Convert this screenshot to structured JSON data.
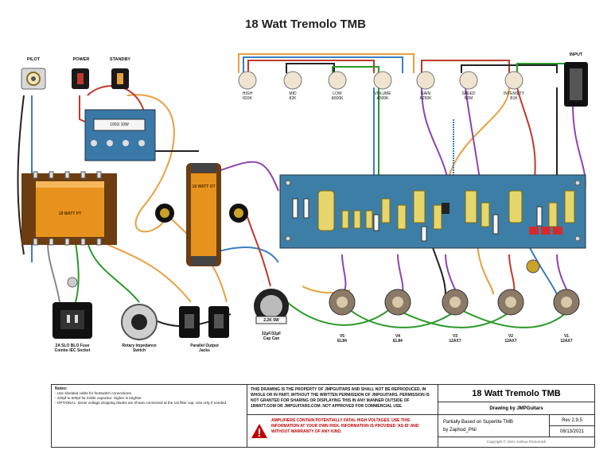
{
  "title": "18 Watt Tremolo TMB",
  "top_labels": {
    "pilot": "PILOT",
    "power": "POWER",
    "standby": "STANDBY",
    "input": "INPUT"
  },
  "pots": [
    {
      "name": "HIGH",
      "value": "820K"
    },
    {
      "name": "MID",
      "value": "82K"
    },
    {
      "name": "LOW",
      "value": "A500K"
    },
    {
      "name": "VOLUME",
      "value": "A500K"
    },
    {
      "name": "GAIN",
      "value": "A250K"
    },
    {
      "name": "SPEED",
      "value": "B2M"
    },
    {
      "name": "INTENSITY",
      "value": "B1K"
    }
  ],
  "components": {
    "resistor_board": "100Ω 10W",
    "pt_name": "18 WATT PT",
    "ot_name": "18 WATT OT",
    "cap_can_value": "2.2K 5W",
    "cap_can_label": "32µF/32µF",
    "cap_can_label2": "Cap Can",
    "fuse_label1": "2A SLO BLO Fuse",
    "fuse_label2": "Combo IEC Socket",
    "switch_label1": "Rotary Impedance",
    "switch_label2": "Switch",
    "jacks_label1": "Parallel Output",
    "jacks_label2": "Jacks"
  },
  "tubes": [
    {
      "pos": "V5",
      "type": "EL84"
    },
    {
      "pos": "V4",
      "type": "EL84"
    },
    {
      "pos": "V3",
      "type": "12AX7"
    },
    {
      "pos": "V2",
      "type": "12AX7"
    },
    {
      "pos": "V1",
      "type": "12AX7"
    }
  ],
  "notes": {
    "heading": "Notes:",
    "line1": "- Use shielded cable for footswitch connections.",
    "line2": "- 220pf to 500pf for treble capacitor. Higher is brighter.",
    "line3": "- OPTIONAL: Zener voltage dropping diodes are shown connected at the 1st filter cap. Use only if needed."
  },
  "legal": "THIS DRAWING IS THE PROPERTY OF JMPGUITARS AND SHALL NOT BE REPRODUCED, IN WHOLE OR IN PART, WITHOUT THE WRITTEN PERMISSION OF JMPGUITARS. PERMISSION IS NOT GRANTED FOR SHARING OR DISPLAYING THIS IN ANY MANNER OUTSIDE OF 18WATT.COM OR JMPGUITARS.COM. NOT APPROVED FOR COMMERCIAL USE.",
  "warning": "AMPLIFIERS CONTAIN POTENTIALLY FATAL HIGH VOLTAGES. USE THIS INFORMATION AT YOUR OWN RISK. INFORMATION IS PROVIDED 'AS-IS' AND WITHOUT WARRANTY OF ANY KIND.",
  "title_block": {
    "title": "18 Watt Tremolo TMB",
    "drawing_by": "Drawing by JMPGuitars",
    "credit1": "Partially Based on Superlite TMB",
    "credit2": "by Zaphod_Phil",
    "rev": "Rev 2.9.5",
    "date": "08/13/2021",
    "copyright": "Copyright © 2021 Joshua Persomick"
  }
}
